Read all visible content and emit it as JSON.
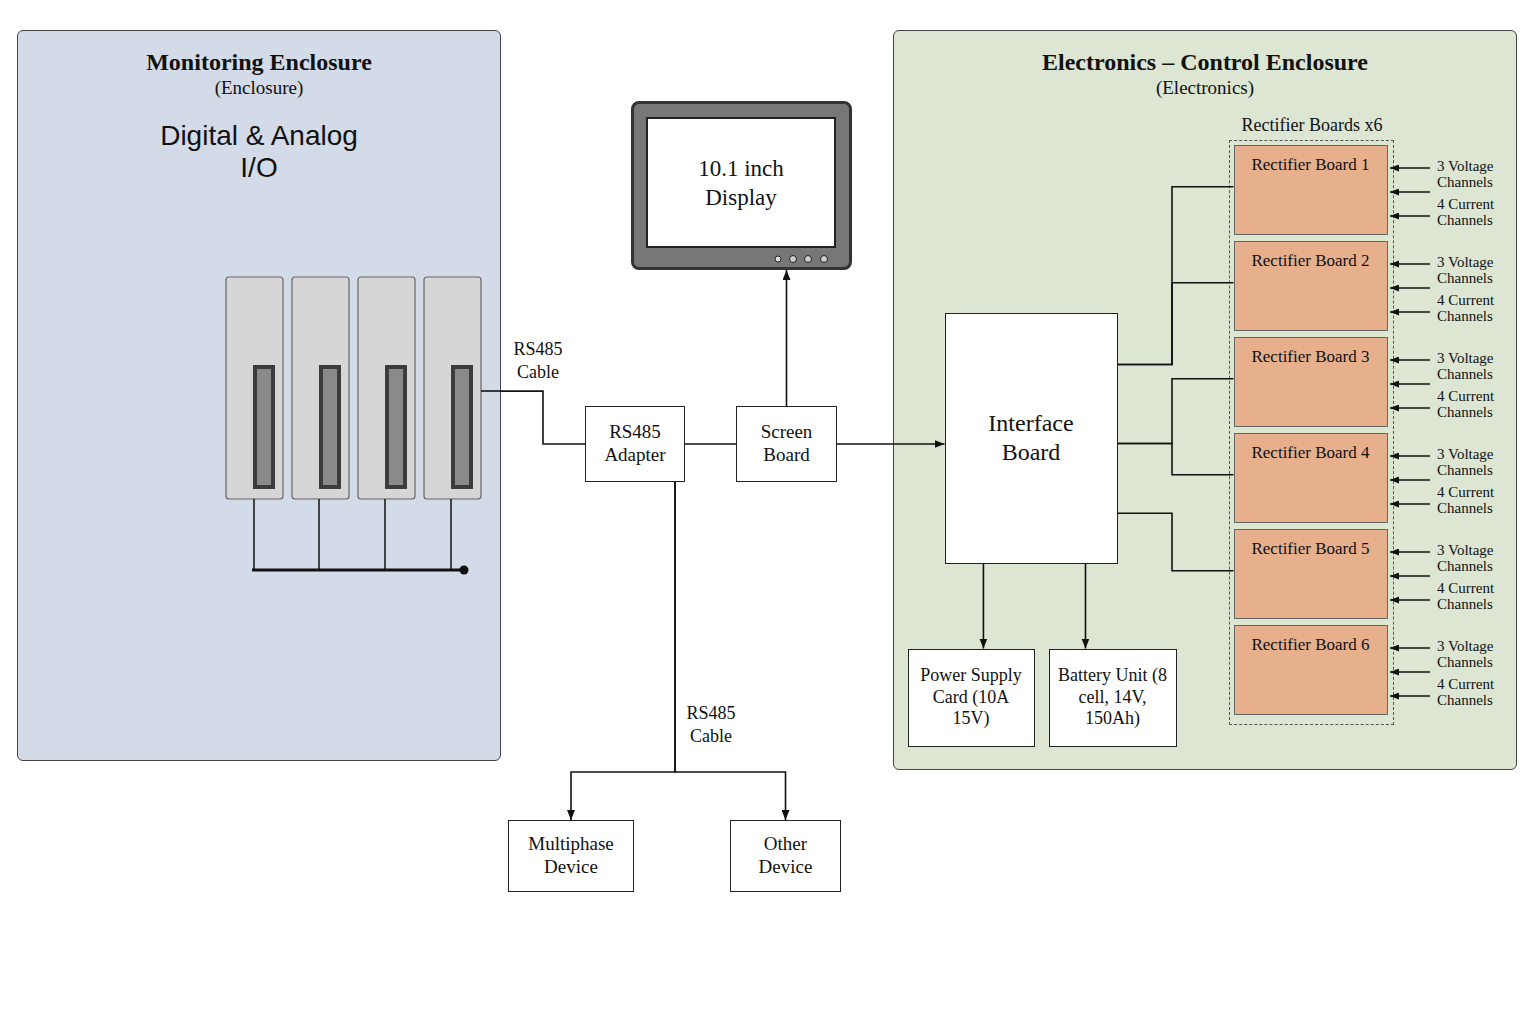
{
  "diagram": {
    "nodes": [
      {
        "text": [
          "Monitoring Enclosure",
          "(Enclosure)",
          "Digital & Analog I/O"
        ]
      },
      {
        "text": [
          "RS485 Adapter"
        ]
      },
      {
        "text": [
          "10.1 inch Display"
        ]
      },
      {
        "text": [
          "Screen Board"
        ]
      },
      {
        "text": [
          "Multiphase Device"
        ]
      },
      {
        "text": [
          "Other Device"
        ]
      },
      {
        "text": [
          "Electronics – Control Enclosure",
          "(Electronics)"
        ]
      },
      {
        "text": [
          "Interface Board"
        ],
        "in": 6
      },
      {
        "text": [
          "Rectifier Boards x6"
        ],
        "in": 6
      },
      {
        "text": [
          "Rectifier Board 1"
        ],
        "in": 8
      },
      {
        "text": [
          "Rectifier Board 2"
        ],
        "in": 8
      },
      {
        "text": [
          "Rectifier Board 3"
        ],
        "in": 8
      },
      {
        "text": [
          "Rectifier Board 4"
        ],
        "in": 8
      },
      {
        "text": [
          "Rectifier Board 5"
        ],
        "in": 8
      },
      {
        "text": [
          "Rectifier Board 6"
        ],
        "in": 8
      },
      {
        "text": [
          "Power Supply Card (10A 15V)"
        ],
        "in": 6
      },
      {
        "text": [
          "Battery Unit (8 cell, 14V, 150Ah)"
        ],
        "in": 6
      }
    ],
    "edges": [
      {
        "from": 0,
        "to": 1,
        "arrow": "none",
        "label": "RS485 Cable"
      },
      {
        "from": 1,
        "to": 3,
        "arrow": "none"
      },
      {
        "from": 3,
        "to": 2,
        "arrow": "to"
      },
      {
        "from": 3,
        "to": 7,
        "arrow": "to"
      },
      {
        "from": 1,
        "to": 4,
        "arrow": "to",
        "label": "RS485 Cable"
      },
      {
        "from": 1,
        "to": 5,
        "arrow": "to"
      },
      {
        "from": 7,
        "to": 9,
        "arrow": "none"
      },
      {
        "from": 7,
        "to": 10,
        "arrow": "none"
      },
      {
        "from": 7,
        "to": 11,
        "arrow": "none"
      },
      {
        "from": 7,
        "to": 12,
        "arrow": "none"
      },
      {
        "from": 7,
        "to": 13,
        "arrow": "none"
      },
      {
        "from": 7,
        "to": 15,
        "arrow": "to"
      },
      {
        "from": 7,
        "to": 16,
        "arrow": "to"
      }
    ],
    "labels": [
      "3 Voltage Channels",
      "4 Current Channels",
      "3 Voltage Channels",
      "4 Current Channels",
      "3 Voltage Channels",
      "4 Current Channels",
      "3 Voltage Channels",
      "4 Current Channels",
      "3 Voltage Channels",
      "4 Current Channels",
      "3 Voltage Channels",
      "4 Current Channels"
    ]
  }
}
